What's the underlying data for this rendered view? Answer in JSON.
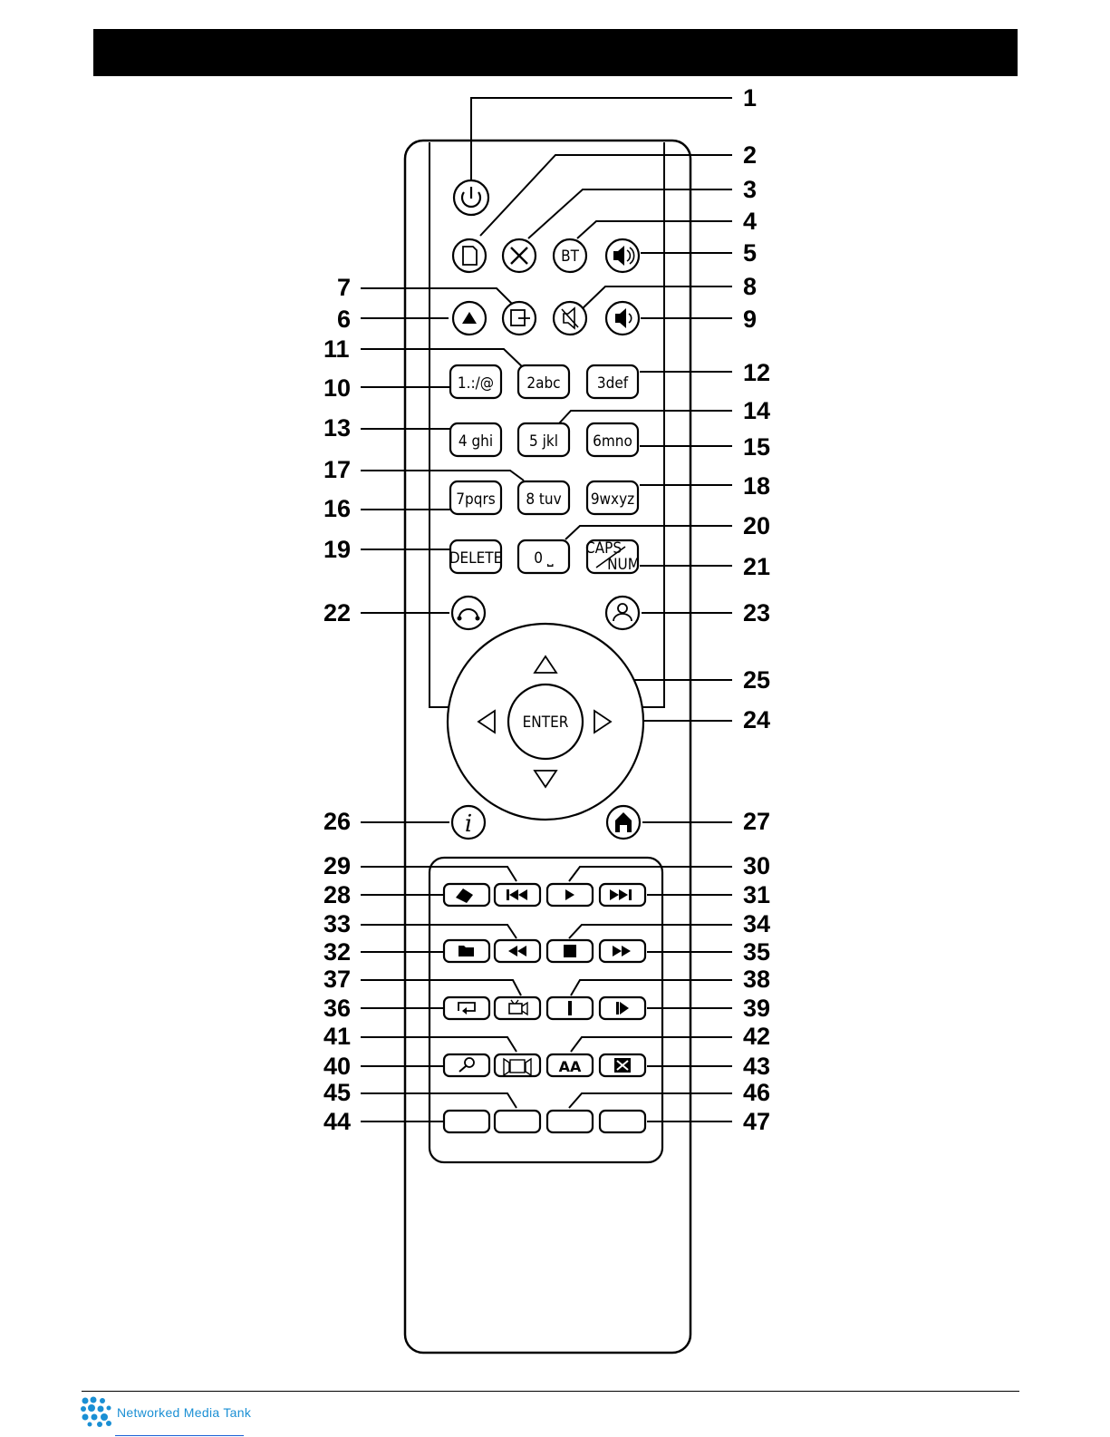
{
  "footer": {
    "brand": "Networked Media Tank"
  },
  "callouts": [
    "1",
    "2",
    "3",
    "4",
    "5",
    "6",
    "7",
    "8",
    "9",
    "10",
    "11",
    "12",
    "13",
    "14",
    "15",
    "16",
    "17",
    "18",
    "19",
    "20",
    "21",
    "22",
    "23",
    "24",
    "25",
    "26",
    "27",
    "28",
    "29",
    "30",
    "31",
    "32",
    "33",
    "34",
    "35",
    "36",
    "37",
    "38",
    "39",
    "40",
    "41",
    "42",
    "43",
    "44",
    "45",
    "46",
    "47"
  ],
  "keypad": {
    "k1": "1.:/@",
    "k2": "2abc",
    "k3": "3def",
    "k4": "4 ghi",
    "k5": "5 jkl",
    "k6": "6mno",
    "k7": "7pqrs",
    "k8": "8 tuv",
    "k9": "9wxyz",
    "delete": "DELETE",
    "k0": "0 ⎵",
    "caps": "CAPS",
    "num": "NUM"
  },
  "buttons": {
    "bt": "BT",
    "enter": "ENTER",
    "info": "i",
    "font": "AA"
  },
  "icons": {
    "power": "power-icon",
    "file": "file-icon",
    "tools": "tools-icon",
    "speaker": "volume-up-icon",
    "eject": "eject-icon",
    "source": "source-icon",
    "mute": "mute-icon",
    "volume": "volume-down-icon",
    "back": "return-icon",
    "user": "user-icon",
    "home": "home-icon"
  }
}
